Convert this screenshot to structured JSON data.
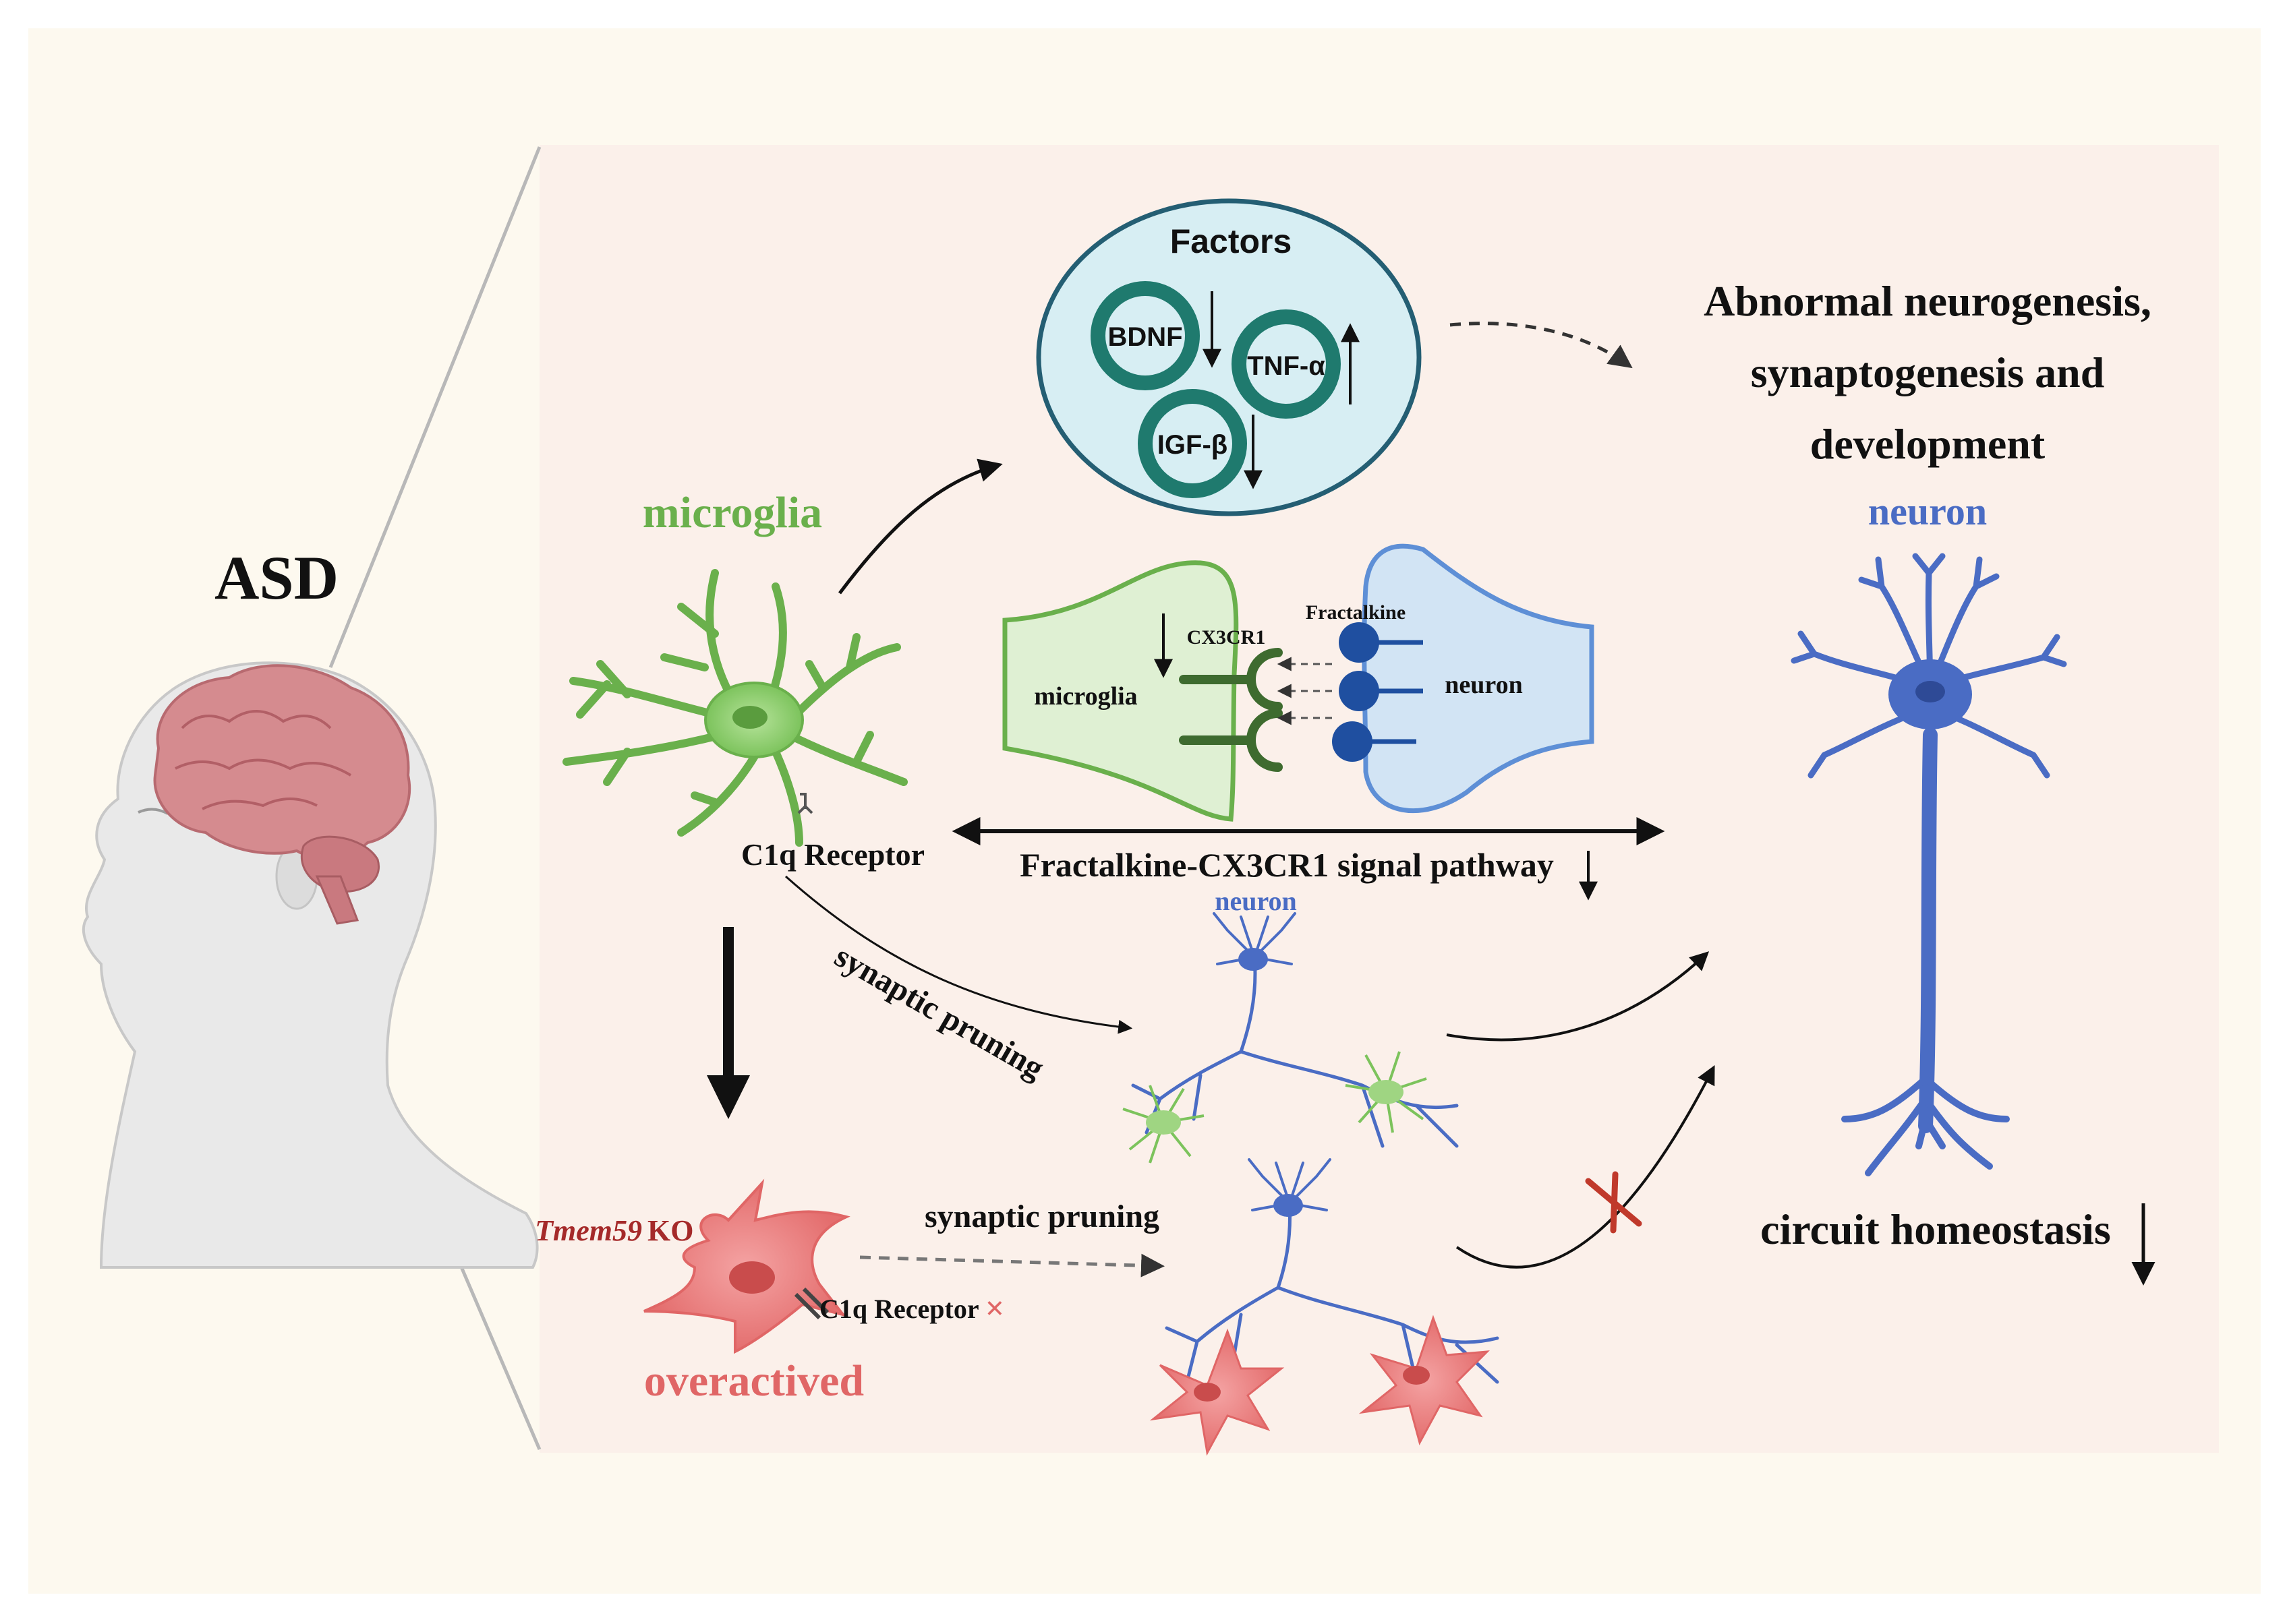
{
  "labels": {
    "asd": "ASD",
    "microglia_top": "microglia",
    "factors_title": "Factors",
    "bdnf": "BDNF",
    "tnf": "TNF-α",
    "igf": "IGF-β",
    "abnormal_line1": "Abnormal neurogenesis,",
    "abnormal_line2": "synaptogenesis and",
    "abnormal_line3": "development",
    "neuron_right": "neuron",
    "fractalkine": "Fractalkine",
    "cx3cr1": "CX3CR1",
    "synapse_microglia": "microglia",
    "synapse_neuron": "neuron",
    "c1q_receptor": "C1q Receptor",
    "pathway": "Fractalkine-CX3CR1 signal pathway",
    "neuron_mid": "neuron",
    "synaptic_pruning_1": "synaptic pruning",
    "synaptic_pruning_2": "synaptic pruning",
    "tmem59": "Tmem59",
    "ko": "KO",
    "c1q_receptor_2": "C1q Receptor",
    "overactived": "overactived",
    "circuit": "circuit homeostasis"
  },
  "colors": {
    "outer_bg": "#fdf9ef",
    "panel_bg": "#fbf0ea",
    "microglia_green": "#6ab04c",
    "neuron_blue": "#4a6cc4",
    "overactive_red": "#e06666",
    "factor_ring": "#1f7a6e",
    "factor_bg": "#d7eef3",
    "text_dark": "#111111",
    "tmem_red": "#a52a2a"
  }
}
